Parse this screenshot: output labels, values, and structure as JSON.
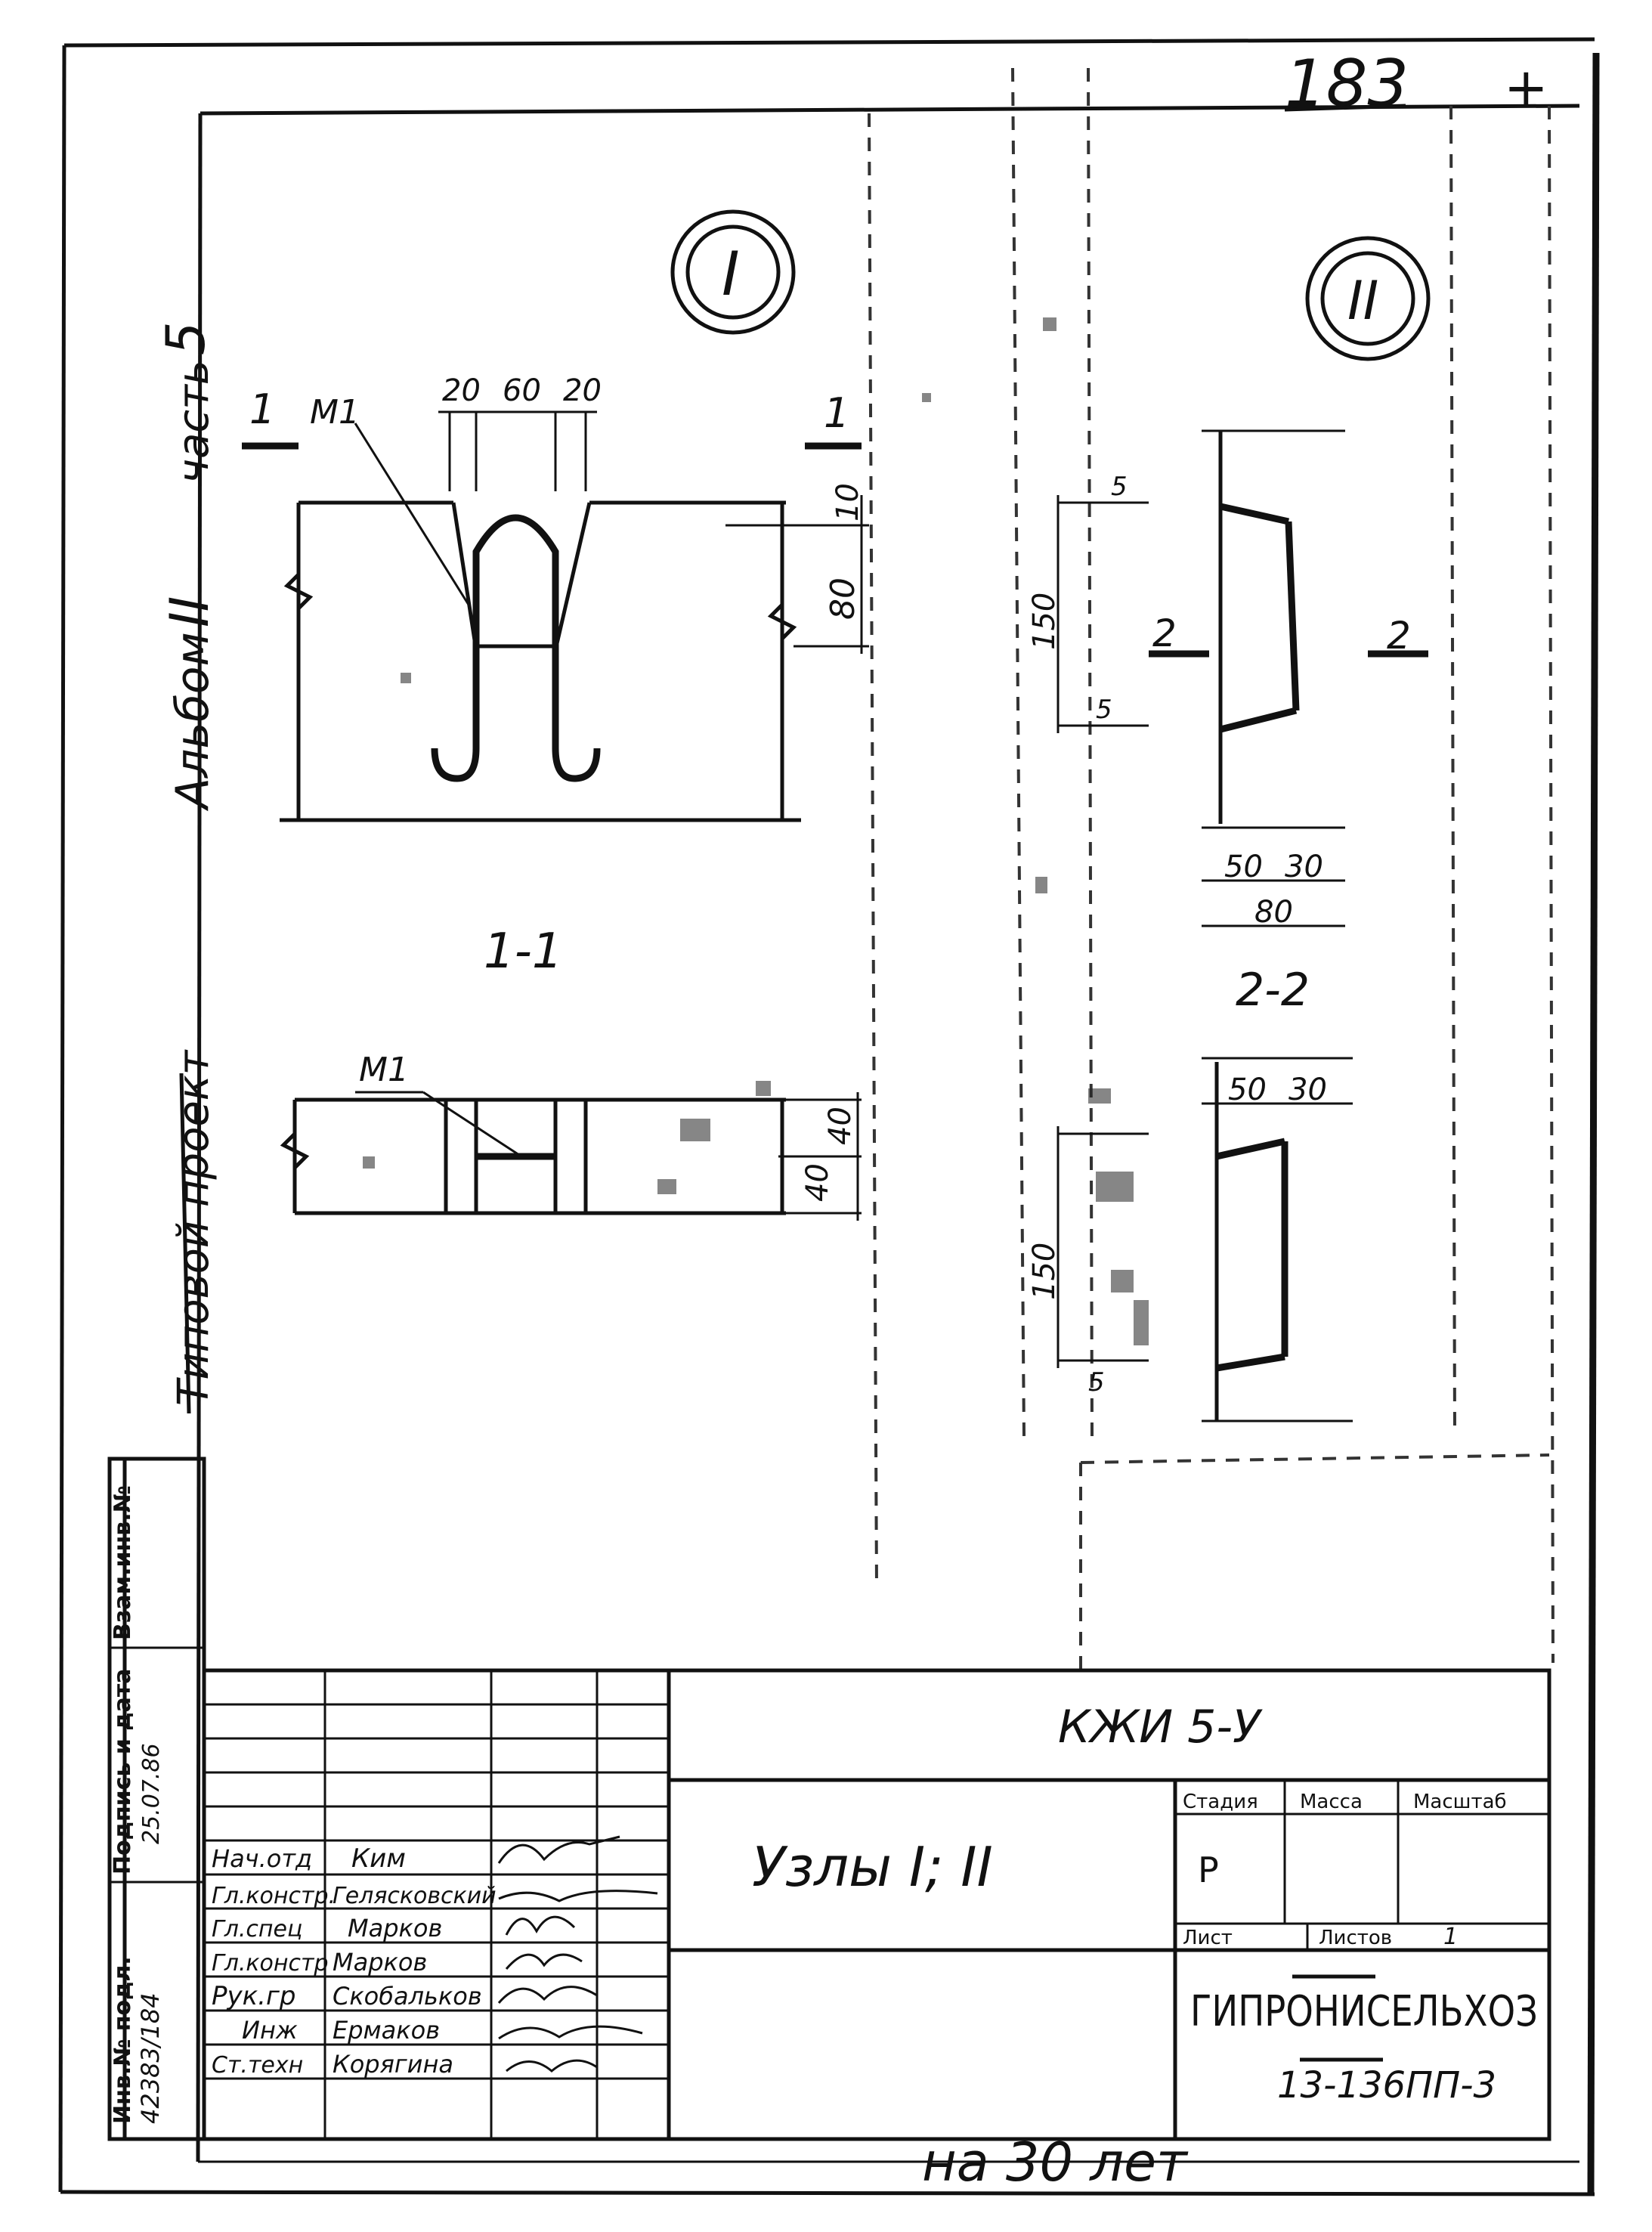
{
  "sheet_number": "183",
  "sheet_corner_mark": "+",
  "album": {
    "series": "Типовой проект",
    "album": "Альбом",
    "album_no": "II",
    "part": "часть",
    "part_no": "5"
  },
  "node_markers": {
    "node1": "I",
    "node2": "II"
  },
  "section_marks": {
    "cut_1_left": "1",
    "cut_1_right": "1",
    "cut_2_left": "2",
    "cut_2_right": "2",
    "label_1_1": "1-1",
    "label_2_2": "2-2"
  },
  "part_mark": {
    "m1_top": "M1",
    "m1_bottom": "M1"
  },
  "dimensions": {
    "top_20_left": "20",
    "top_60": "60",
    "top_20_right": "20",
    "right_10": "10",
    "right_80": "80",
    "plan_40_top": "40",
    "plan_40_bottom": "40",
    "node2_150_top": "150",
    "node2_5_top": "5",
    "node2_5_mid": "5",
    "node2_50": "50",
    "node2_30": "30",
    "node2_80": "80",
    "sec22_50": "50",
    "sec22_30": "30",
    "sec22_150": "150",
    "sec22_5": "5"
  },
  "title_block": {
    "doc_code": "КЖИ 5-У",
    "title": "Узлы I; II",
    "stage_header": "Стадия",
    "mass_header": "Масса",
    "scale_header": "Масштаб",
    "stage_value": "Р",
    "sheet_label": "Лист",
    "sheets_label": "Листов",
    "sheets_value": "1",
    "organization": "ГИПРОНИСЕЛЬХОЗ",
    "project_code": "13-136ПП-3",
    "roles": [
      {
        "role": "Нач.отд",
        "name": "Ким"
      },
      {
        "role": "Гл.констр.",
        "name": "Гелясковский"
      },
      {
        "role": "Гл.спец",
        "name": "Марков"
      },
      {
        "role": "Гл.констр",
        "name": "Марков"
      },
      {
        "role": "Рук.гр",
        "name": "Скобальков"
      },
      {
        "role": "Инж",
        "name": "Ермаков"
      },
      {
        "role": "Ст.техн",
        "name": "Корягина"
      }
    ]
  },
  "stamp_column": {
    "inv_podl_label": "Инв.№ подл.",
    "inv_podl_value": "42383/184",
    "podpis_label": "Подпись и дата",
    "podpis_value": "25.07.86",
    "vzam_label": "Взам.инв.№"
  },
  "bottom_note": "на 30 лет"
}
